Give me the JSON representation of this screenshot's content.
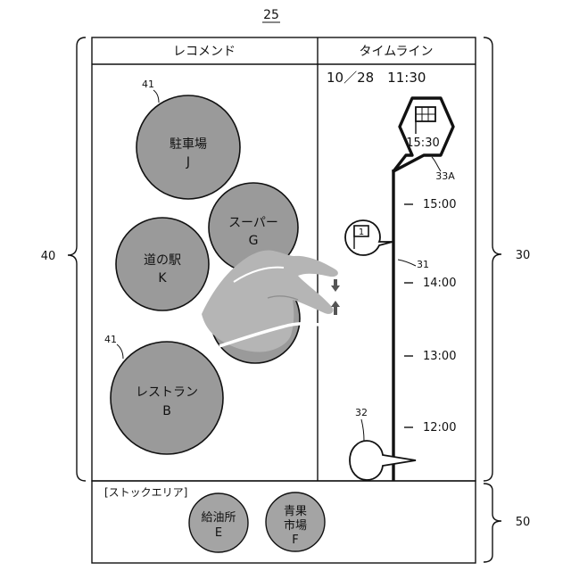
{
  "figure_number": "25",
  "panels": {
    "recommend": {
      "label": "レコメンド"
    },
    "timeline": {
      "label": "タイムライン",
      "datetime": "10／28　11:30"
    },
    "stock": {
      "label": "[ストックエリア]"
    }
  },
  "recommend_items": [
    {
      "line1": "駐車場",
      "line2": "J"
    },
    {
      "line1": "スーパー",
      "line2": "G"
    },
    {
      "line1": "道の駅",
      "line2": "K"
    },
    {
      "line1": "レストラン",
      "line2": "B"
    }
  ],
  "stock_items": [
    {
      "line1": "給油所",
      "line2": "E"
    },
    {
      "line1": "青果",
      "line2": "市場",
      "line3": "F"
    }
  ],
  "timeline_ticks": [
    "15:00",
    "14:00",
    "13:00",
    "12:00"
  ],
  "destination_time": "15:30",
  "waypoint_number": "1",
  "reference_labels": {
    "ref_41_top": "41",
    "ref_41_bottom": "41",
    "ref_31": "31",
    "ref_32": "32",
    "ref_33a": "33A",
    "ref_40": "40",
    "ref_30": "30",
    "ref_50": "50"
  }
}
